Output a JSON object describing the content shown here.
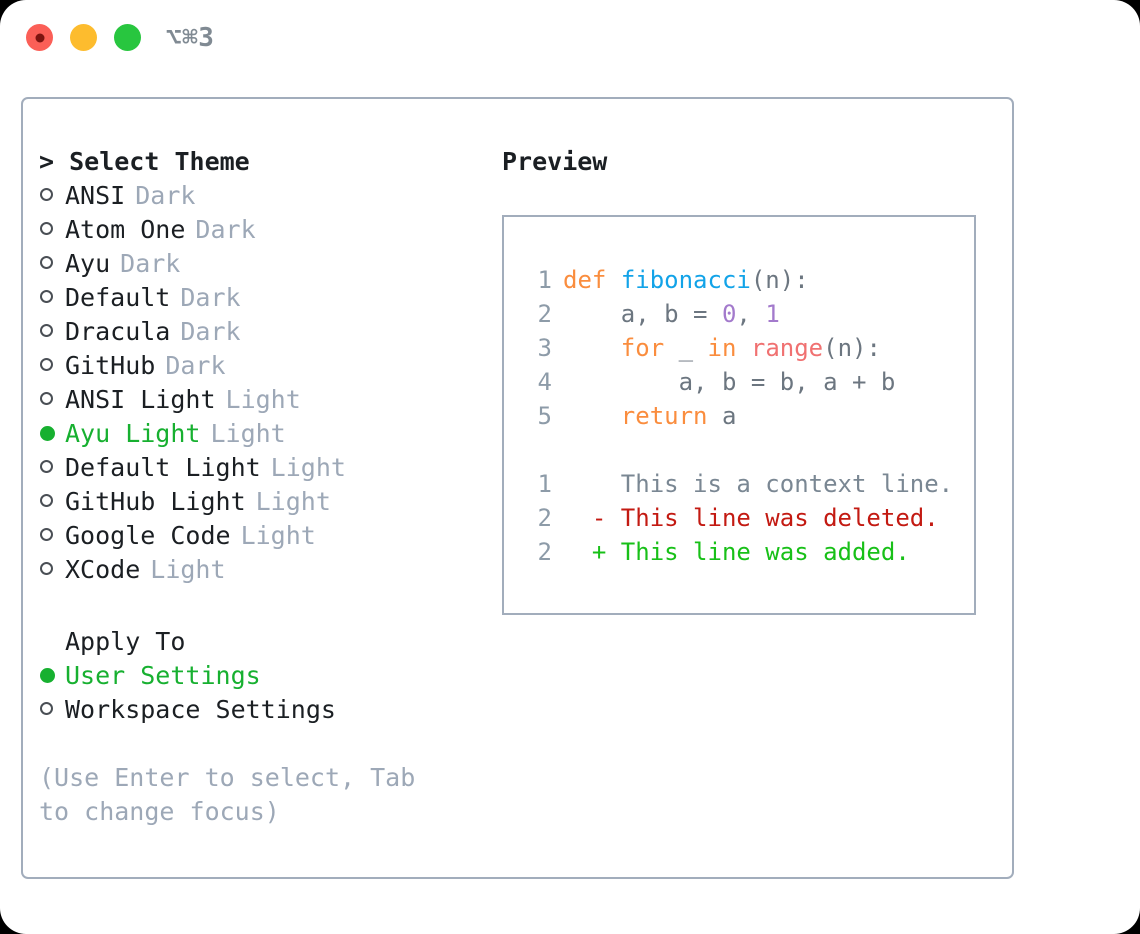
{
  "window": {
    "title": "⌥⌘3",
    "traffic_lights": [
      "close-red",
      "minimize-yellow",
      "maximize-green"
    ]
  },
  "left_pane": {
    "header": "> Select Theme",
    "themes": [
      {
        "name": "ANSI",
        "tag": "Dark",
        "selected": false
      },
      {
        "name": "Atom One",
        "tag": "Dark",
        "selected": false
      },
      {
        "name": "Ayu",
        "tag": "Dark",
        "selected": false
      },
      {
        "name": "Default",
        "tag": "Dark",
        "selected": false
      },
      {
        "name": "Dracula",
        "tag": "Dark",
        "selected": false
      },
      {
        "name": "GitHub",
        "tag": "Dark",
        "selected": false
      },
      {
        "name": "ANSI Light",
        "tag": "Light",
        "selected": false
      },
      {
        "name": "Ayu Light",
        "tag": "Light",
        "selected": true
      },
      {
        "name": "Default Light",
        "tag": "Light",
        "selected": false
      },
      {
        "name": "GitHub Light",
        "tag": "Light",
        "selected": false
      },
      {
        "name": "Google Code",
        "tag": "Light",
        "selected": false
      },
      {
        "name": "XCode",
        "tag": "Light",
        "selected": false
      }
    ],
    "apply_to_header": "Apply To",
    "apply_to": [
      {
        "name": "User Settings",
        "selected": true
      },
      {
        "name": "Workspace Settings",
        "selected": false
      }
    ],
    "hint": "(Use Enter to select, Tab to change focus)"
  },
  "right_pane": {
    "header": "Preview",
    "code": [
      {
        "lineno": "1",
        "tokens": [
          {
            "t": "def",
            "c": "kw"
          },
          {
            "t": " ",
            "c": "txt"
          },
          {
            "t": "fibonacci",
            "c": "fn"
          },
          {
            "t": "(n):",
            "c": "txt"
          }
        ]
      },
      {
        "lineno": "2",
        "tokens": [
          {
            "t": "    a, b = ",
            "c": "txt"
          },
          {
            "t": "0",
            "c": "num"
          },
          {
            "t": ", ",
            "c": "txt"
          },
          {
            "t": "1",
            "c": "num"
          }
        ]
      },
      {
        "lineno": "3",
        "tokens": [
          {
            "t": "    ",
            "c": "txt"
          },
          {
            "t": "for",
            "c": "kw"
          },
          {
            "t": " _ ",
            "c": "txt"
          },
          {
            "t": "in",
            "c": "kw"
          },
          {
            "t": " ",
            "c": "txt"
          },
          {
            "t": "range",
            "c": "call"
          },
          {
            "t": "(n):",
            "c": "txt"
          }
        ]
      },
      {
        "lineno": "4",
        "tokens": [
          {
            "t": "        a, b = b, a + b",
            "c": "txt"
          }
        ]
      },
      {
        "lineno": "5",
        "tokens": [
          {
            "t": "    ",
            "c": "txt"
          },
          {
            "t": "return",
            "c": "kw"
          },
          {
            "t": " a",
            "c": "txt"
          }
        ]
      }
    ],
    "diff": [
      {
        "lineno": "1",
        "marker": " ",
        "text": "This is a context line.",
        "kind": "ctx"
      },
      {
        "lineno": "2",
        "marker": "-",
        "text": "This line was deleted.",
        "kind": "del"
      },
      {
        "lineno": "2",
        "marker": "+",
        "text": "This line was added.",
        "kind": "add"
      }
    ]
  },
  "colors": {
    "accent_green": "#17B030",
    "muted": "#9DA8B7",
    "border": "#A2ADBC",
    "keyword": "#FA8D3E",
    "function": "#12A3E8",
    "number": "#A37ACC",
    "call": "#F07171",
    "text": "#5C6773",
    "diff_delete": "#C31A12",
    "diff_add": "#18C018",
    "lineno": "#8D9BA8"
  }
}
